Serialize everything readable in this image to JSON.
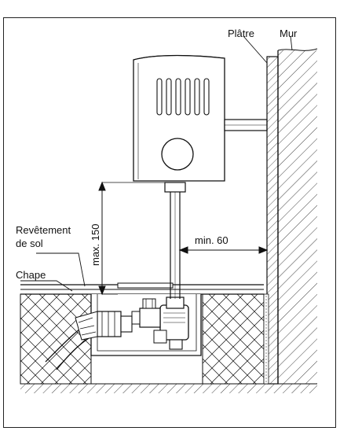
{
  "labels": {
    "platre": "Plâtre",
    "mur": "Mur",
    "revetement_line1": "Revêtement",
    "revetement_line2": "de sol",
    "chape": "Chape",
    "max_height": "max. 150",
    "min_distance": "min. 60"
  },
  "colors": {
    "stroke": "#111111",
    "background": "#ffffff"
  }
}
